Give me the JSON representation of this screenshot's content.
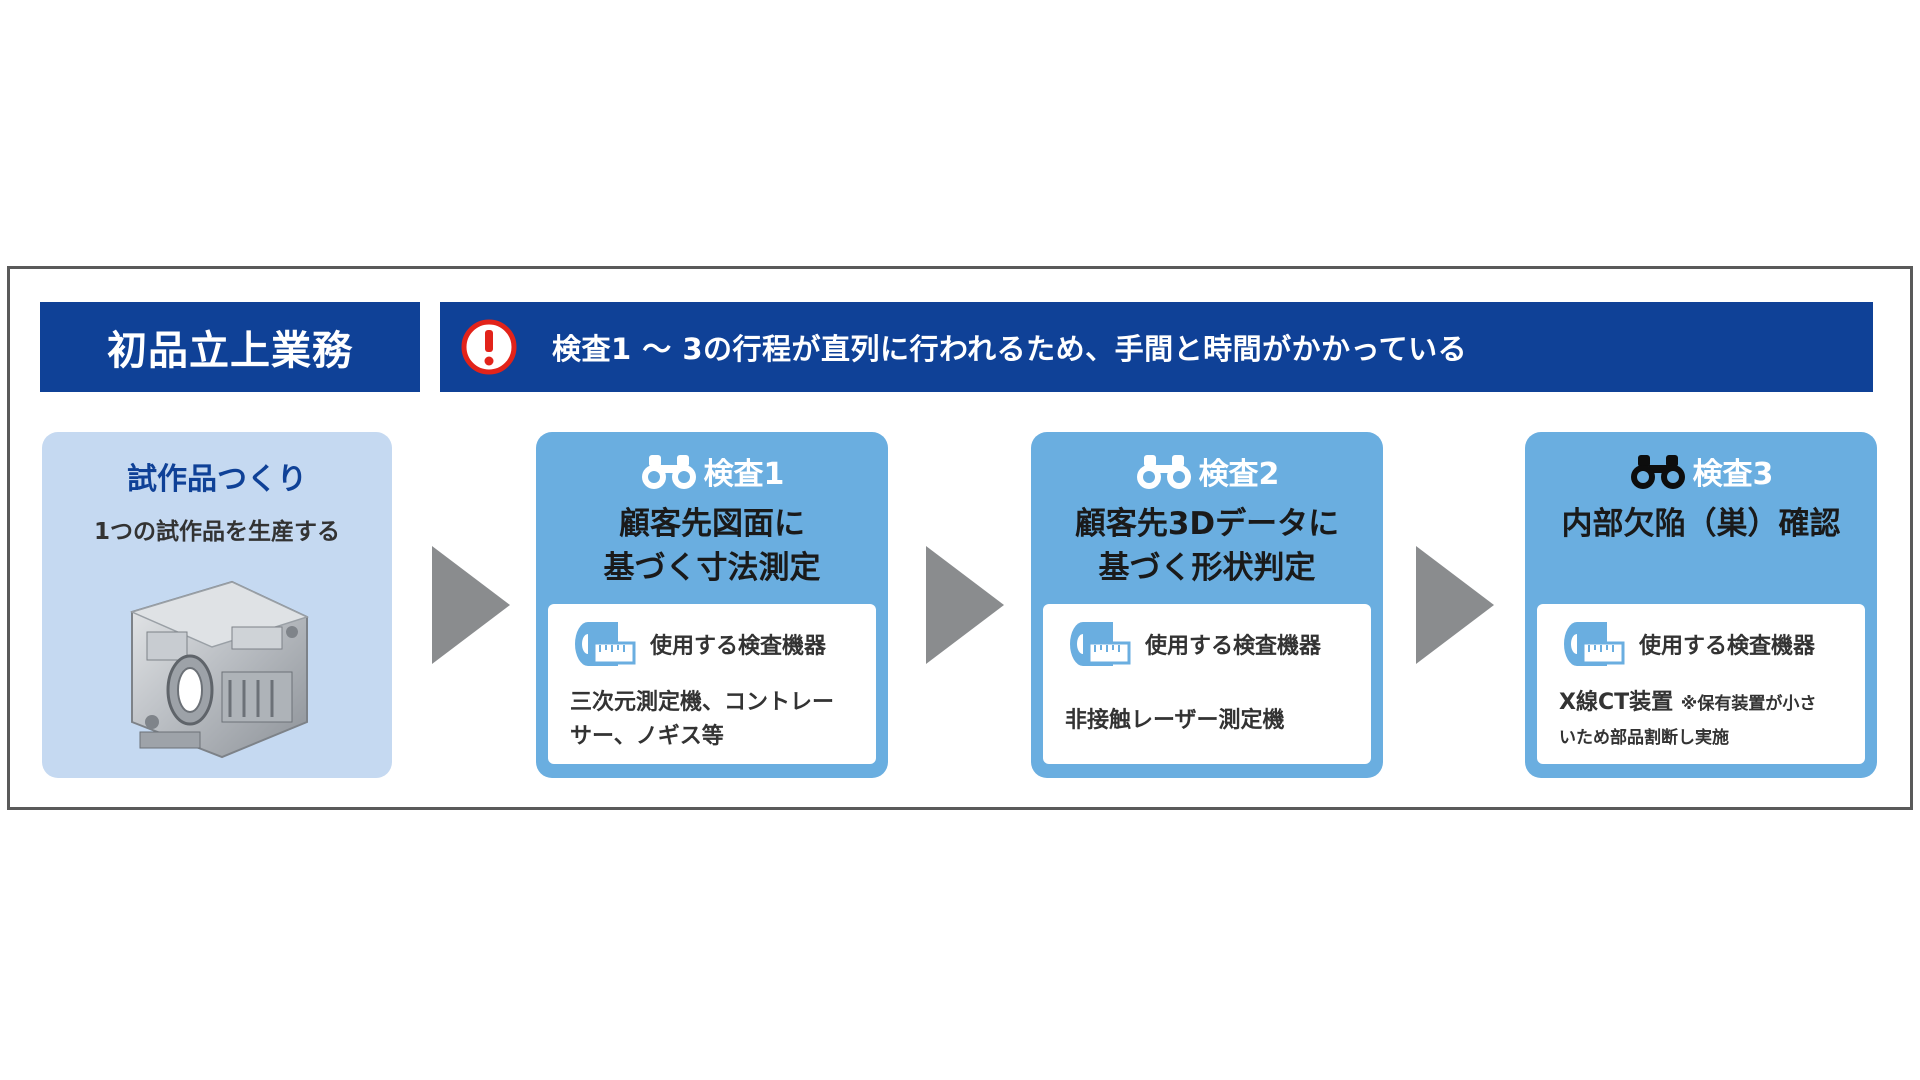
{
  "title": "初品立上業務",
  "alert": {
    "icon": "exclamation-circle-icon",
    "message": "検査1 ～ 3の行程が直列に行われるため、手間と時間がかかっている"
  },
  "prototype": {
    "title": "試作品つくり",
    "subtitle": "1つの試作品を生産する",
    "image": "engine-part-photo"
  },
  "steps": [
    {
      "label": "検査1",
      "title_lines": [
        "顧客先図面に",
        "基づく寸法測定"
      ],
      "equipment_heading": "使用する検査機器",
      "equipment_lines": [
        "三次元測定機、コントレー",
        "サー、ノギス等"
      ]
    },
    {
      "label": "検査2",
      "title_lines": [
        "顧客先3Dデータに",
        "基づく形状判定"
      ],
      "equipment_heading": "使用する検査機器",
      "equipment_lines": [
        "非接触レーザー測定機"
      ]
    },
    {
      "label": "検査3",
      "title_lines": [
        "内部欠陥（巣）確認"
      ],
      "equipment_heading": "使用する検査機器",
      "equipment_main": "X線CT装置",
      "equipment_note_1": "※保有装置が小さ",
      "equipment_note_2": "いため部品割断し実施"
    }
  ],
  "colors": {
    "brand_blue": "#0f4197",
    "card_blue": "#6aaee0",
    "proto_bg": "#c5d9f1",
    "arrow_gray": "#8a8c8e",
    "alert_red": "#e2231a"
  }
}
